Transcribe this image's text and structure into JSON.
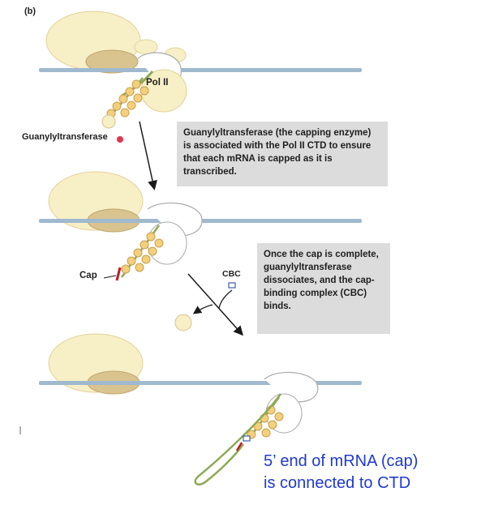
{
  "panel_label": "(b)",
  "labels": {
    "pol2": "Pol II",
    "guanylyltransferase": "Guanylyltransferase",
    "cap": "Cap",
    "cbc": "CBC"
  },
  "notes": {
    "step1": "Guanylyltransferase (the capping enzyme) is associated with the Pol II CTD to ensure that each mRNA is capped as it is transcribed.",
    "step2": "Once the cap is complete, guanylyltransferase dissociates, and the cap-binding complex (CBC) binds."
  },
  "caption": {
    "line1": "5’ end of mRNA (cap)",
    "line2": "is connected to CTD"
  },
  "colors": {
    "dna": "#9fb9cf",
    "pol_body": "#f7efc6",
    "ctd_bead": "#f4cf7c",
    "rna": "#8ea956",
    "cap": "#c01a2c",
    "cbc": "#3e5fb0",
    "note_bg": "#dcdcdc",
    "caption_text": "#1f3ad0"
  }
}
